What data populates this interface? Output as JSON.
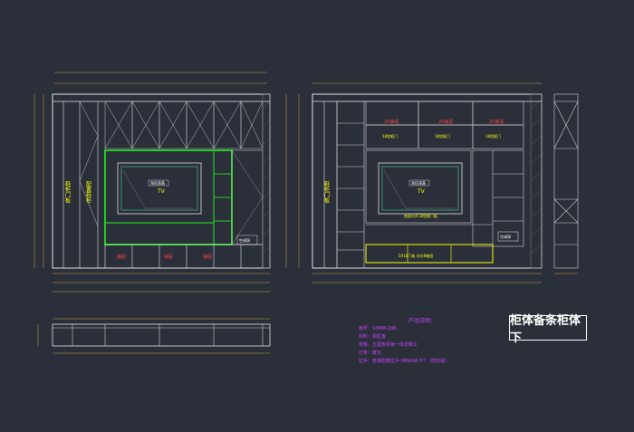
{
  "drawing": {
    "title": "柜体备条柜体下",
    "left_elevation": {
      "side_panel_label": "鞋柜门板",
      "door_label": "配置鞋柜",
      "tv_label": "TV",
      "tv_tag": "海信液晶",
      "drawer_labels": [
        "抽屉",
        "抽屉",
        "抽屉"
      ],
      "bottom_label": "空调洞"
    },
    "right_elevation": {
      "side_panel_label": "鞋柜门板",
      "tv_label": "TV",
      "tv_tag": "海信液晶",
      "shelf_labels": [
        "20抽屉",
        "20抽屉",
        "20抽屉"
      ],
      "door_labels": [
        "18铝框门",
        "18铝框门",
        "18铝框门"
      ],
      "tv_shelf_label": "底部对开18铝框门板",
      "drawer_row_label": "5X18门板 均分8抽屉",
      "side_label": "空调洞"
    },
    "notes": {
      "title": "产品说明：",
      "lines": [
        "板厚：18MM-18B",
        "材料：颗粒板",
        "背板：五厘板背板一体定制工",
        "灯条：暖光",
        "拉手：普通隐藏拉手 MINIMA 3个（隐形装）"
      ]
    }
  }
}
